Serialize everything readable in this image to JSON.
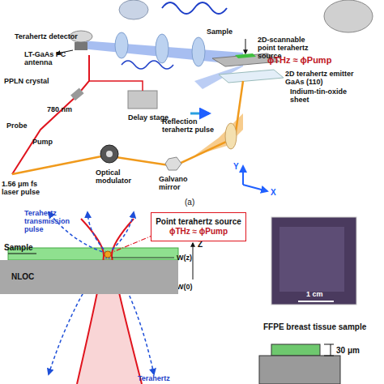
{
  "diagram": {
    "nodes": [
      {
        "text": [
          "Point terahertz source",
          "ϕTHz ≈ ϕPump"
        ]
      },
      {
        "text": [
          "NLOC"
        ]
      }
    ],
    "edges": [],
    "labels": [
      "Terahertz detector",
      "LT-GaAs PC antenna",
      "Sample",
      "2D-scannable point terahertz source",
      "ϕTHz ≈ ϕPump",
      "2D terahertz emitter GaAs (110)",
      "Indium-tin-oxide sheet",
      "PPLN crystal",
      "780 nm",
      "Delay stage",
      "Reflection terahertz pulse",
      "Probe",
      "Pump",
      "1.56 μm fs laser pulse",
      "Optical modulator",
      "Galvano mirror",
      "Y",
      "X",
      "(a)",
      "Terahertz transmission pulse",
      "Sample",
      "W(z)",
      "W(0)",
      "Z",
      "Terahertz",
      "1 cm",
      "FFPE breast tissue sample",
      "30 μm"
    ]
  }
}
